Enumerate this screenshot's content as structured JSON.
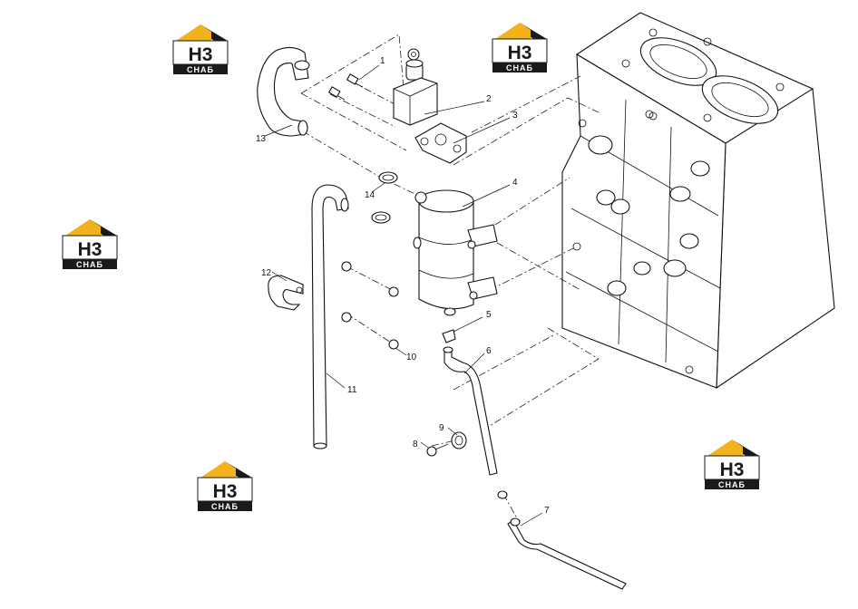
{
  "brand": {
    "logo_text": "H3",
    "logo_sub": "СНАБ",
    "accent_color": "#f3b21b",
    "dark_color": "#1a1a1a"
  },
  "callouts": {
    "c1": "1",
    "c2": "2",
    "c3": "3",
    "c4": "4",
    "c5": "5",
    "c6": "6",
    "c7": "7",
    "c8": "8",
    "c9": "9",
    "c10": "10",
    "c11": "11",
    "c12": "12",
    "c13": "13",
    "c14": "14"
  }
}
